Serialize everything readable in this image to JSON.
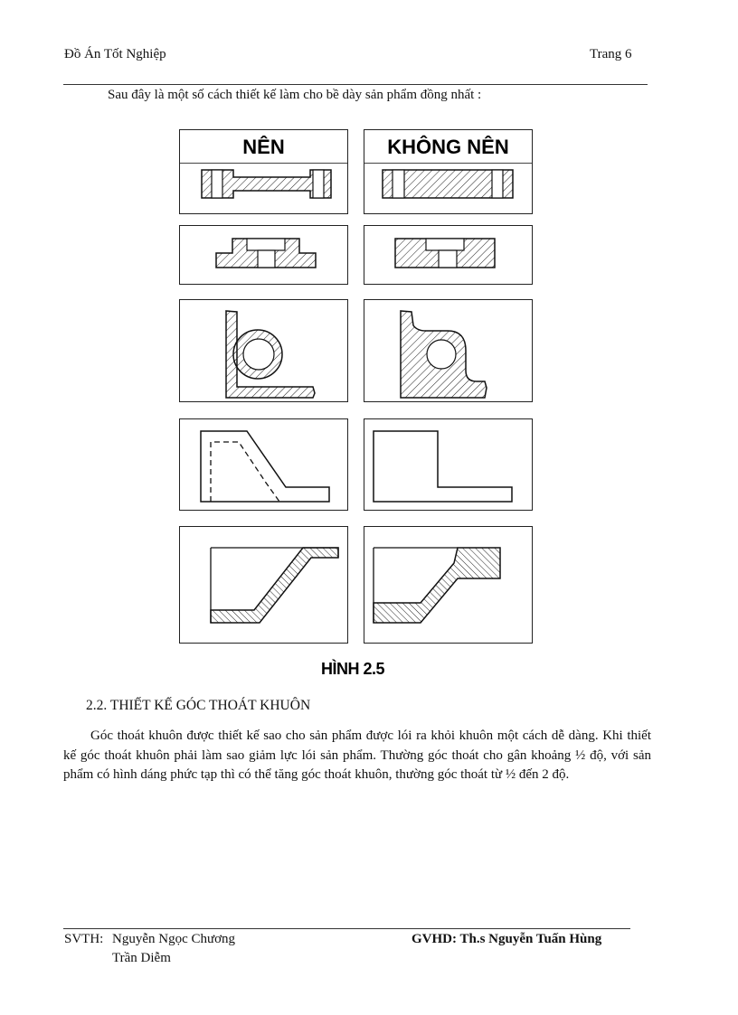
{
  "header": {
    "title": "Đồ Án Tốt Nghiệp",
    "page": "Trang  6"
  },
  "intro": "Sau đây là một số cách thiết kế làm cho bề dày sản phẩm đồng nhất :",
  "figure": {
    "columns": [
      {
        "label": "NÊN"
      },
      {
        "label": "KHÔNG NÊN"
      }
    ],
    "rows": [
      {
        "id": 1,
        "description": "Flanged bar with holes: thin web vs solid thick bar"
      },
      {
        "id": 2,
        "description": "Stepped boss with through-hole: stepped vs solid block"
      },
      {
        "id": 3,
        "description": "L-bracket with ring: uniform wall vs solid fill"
      },
      {
        "id": 4,
        "description": "Profile outline: tapered with dashed cavity vs sharp step"
      },
      {
        "id": 5,
        "description": "Sloped wall section: uniform thickness vs thick ends"
      }
    ],
    "caption": "HÌNH 2.5"
  },
  "section": {
    "heading": "2.2. THIẾT  KẾ GÓC THOÁT  KHUÔN",
    "paragraph": "Góc thoát khuôn được thiết kế sao cho sản phẩm được lói ra khỏi khuôn một cách dễ dàng. Khi thiết kế góc thoát khuôn phải làm sao giảm lực lói sản phẩm. Thường  góc thoát cho gân khoảng  ½ độ, với sản phẩm có hình dáng phức tạp thì có thể tăng góc thoát khuôn, thường góc thoát từ ½ đến 2 độ."
  },
  "footer": {
    "svth_label": "SVTH:",
    "students": [
      "Nguyễn  Ngọc Chương",
      "Trần Diễm"
    ],
    "gvhd": "GVHD:  Th.s Nguyễn  Tuấn  Hùng"
  }
}
